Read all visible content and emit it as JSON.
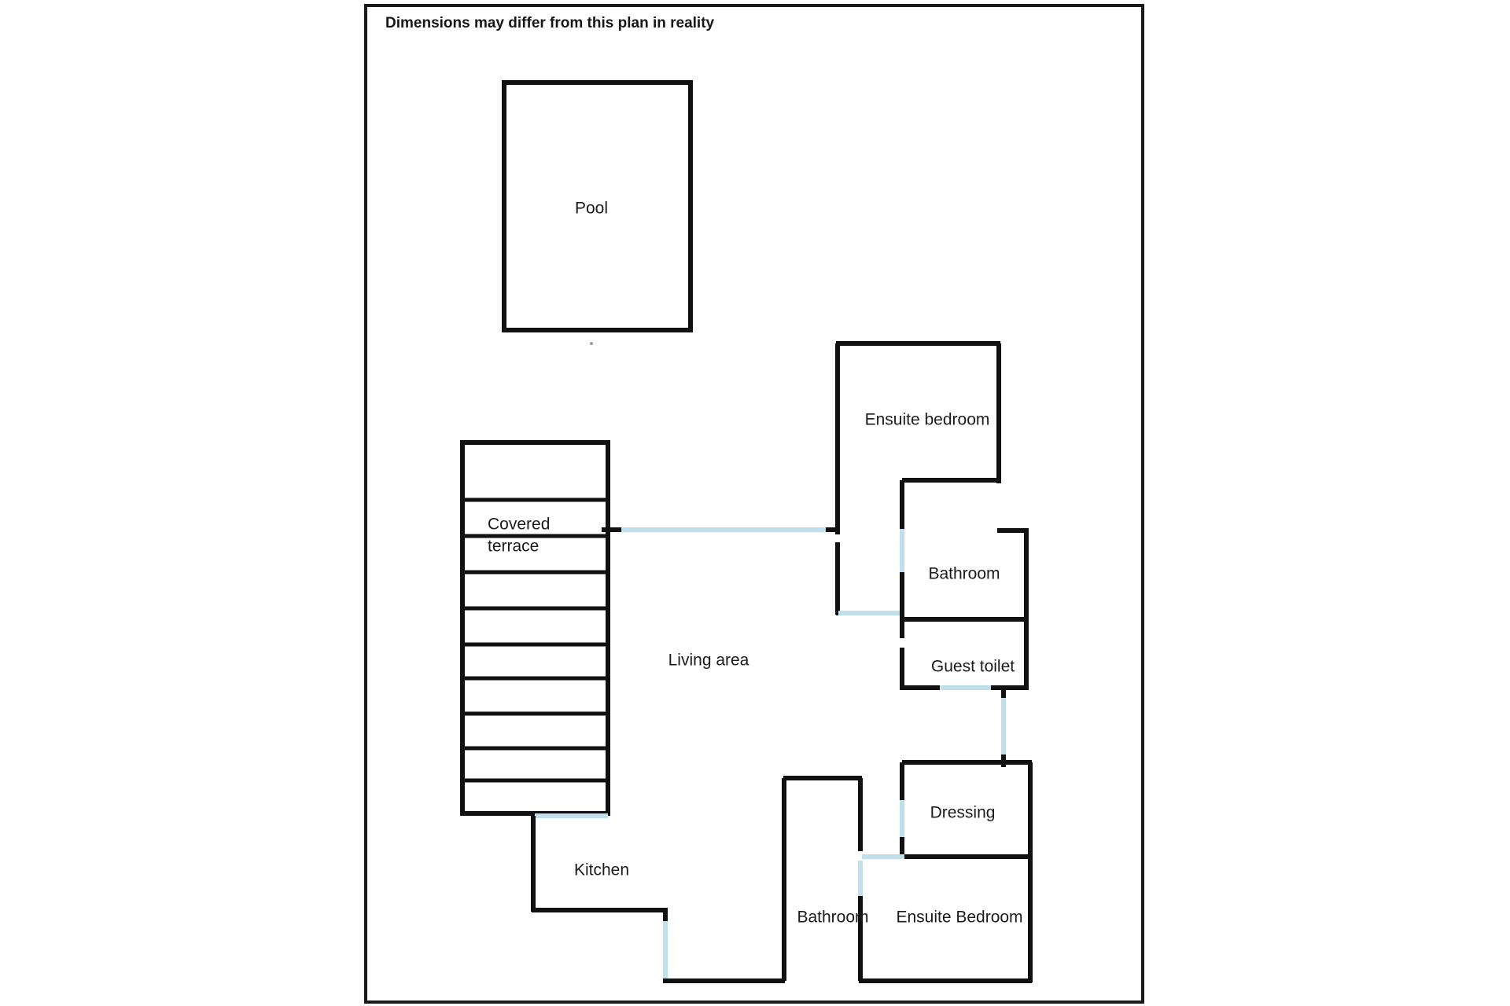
{
  "page": {
    "title_note": "Dimensions may differ from this plan in reality",
    "background_color": "#ffffff",
    "border_color": "#1a1a1a",
    "wall_color": "#111111",
    "door_color": "#bfe0ea",
    "text_color": "#1b1b1b"
  },
  "rooms": {
    "pool": {
      "label": "Pool"
    },
    "ensuite_bedroom_top": {
      "label": "Ensuite bedroom"
    },
    "bathroom_top": {
      "label": "Bathroom"
    },
    "guest_toilet": {
      "label": "Guest toilet"
    },
    "covered_terrace_line1": {
      "label": "Covered"
    },
    "covered_terrace_line2": {
      "label": "terrace"
    },
    "living_area": {
      "label": "Living area"
    },
    "kitchen": {
      "label": "Kitchen"
    },
    "dressing": {
      "label": "Dressing"
    },
    "bathroom_bottom": {
      "label": "Bathroom"
    },
    "ensuite_bedroom_bottom": {
      "label": "Ensuite Bedroom"
    }
  }
}
